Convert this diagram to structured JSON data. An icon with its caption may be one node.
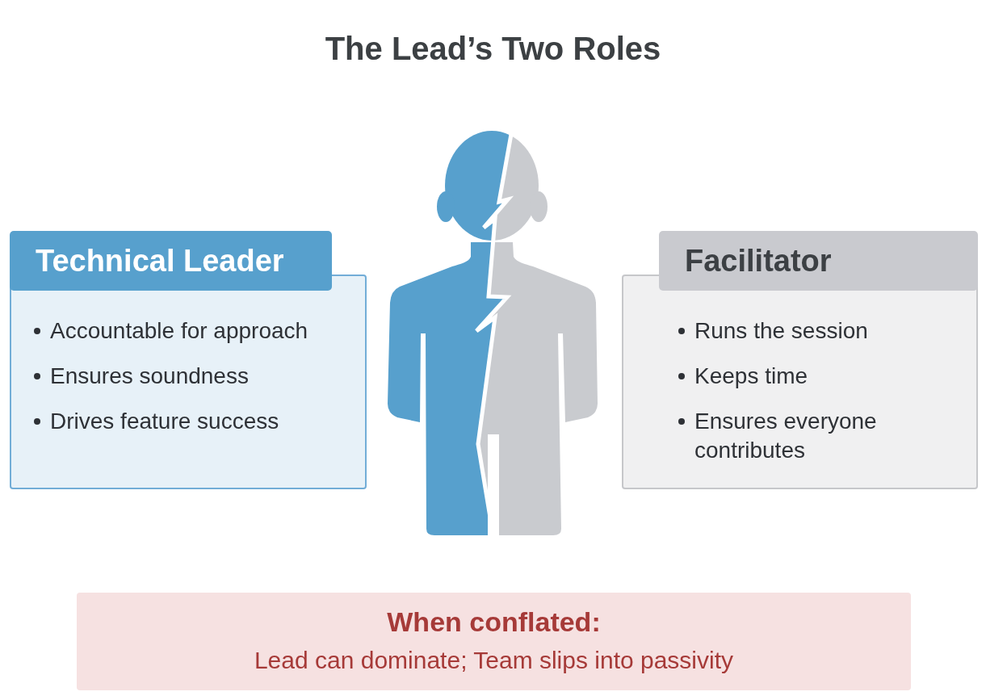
{
  "diagram": {
    "title": "The Lead’s Two Roles",
    "nodes": [
      {
        "text": [
          "Technical Leader",
          "Accountable for approach",
          "Ensures soundness",
          "Drives feature success"
        ]
      },
      {
        "text": [
          "Facilitator",
          "Runs the session",
          "Keeps time",
          "Ensures everyone contributes"
        ]
      },
      {
        "text": [
          "When conflated:",
          "Lead can dominate; Team slips into passivity"
        ]
      }
    ]
  }
}
